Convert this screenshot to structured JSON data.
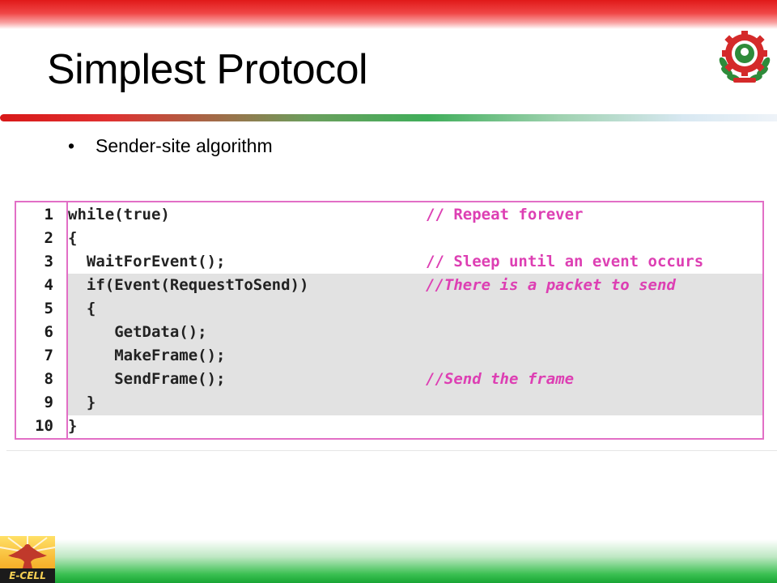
{
  "slide": {
    "title": "Simplest Protocol",
    "bullet_symbol": "•",
    "bullet_text": "Sender-site algorithm"
  },
  "code": {
    "lines": [
      {
        "num": "1",
        "code": "while(true)",
        "comment": "// Repeat forever"
      },
      {
        "num": "2",
        "code": "{",
        "comment": ""
      },
      {
        "num": "3",
        "code": "  WaitForEvent();",
        "comment": "// Sleep until an event occurs"
      },
      {
        "num": "4",
        "code": "  if(Event(RequestToSend))",
        "comment": "//There is a packet to send"
      },
      {
        "num": "5",
        "code": "  {",
        "comment": ""
      },
      {
        "num": "6",
        "code": "     GetData();",
        "comment": ""
      },
      {
        "num": "7",
        "code": "     MakeFrame();",
        "comment": ""
      },
      {
        "num": "8",
        "code": "     SendFrame();",
        "comment": "//Send the frame"
      },
      {
        "num": "9",
        "code": "  }",
        "comment": ""
      },
      {
        "num": "10",
        "code": "}",
        "comment": ""
      }
    ],
    "highlighted_lines": [
      4,
      5,
      6,
      7,
      8,
      9
    ]
  },
  "logos": {
    "top_right": "institution-seal-icon",
    "bottom_left": "e-cell-logo-icon",
    "bottom_left_text": "E-CELL"
  },
  "colors": {
    "header_red": "#e01a1a",
    "footer_green": "#18a534",
    "code_border": "#e26fc6",
    "comment_pink": "#dd3fb3",
    "highlight_gray": "#e2e2e2"
  }
}
